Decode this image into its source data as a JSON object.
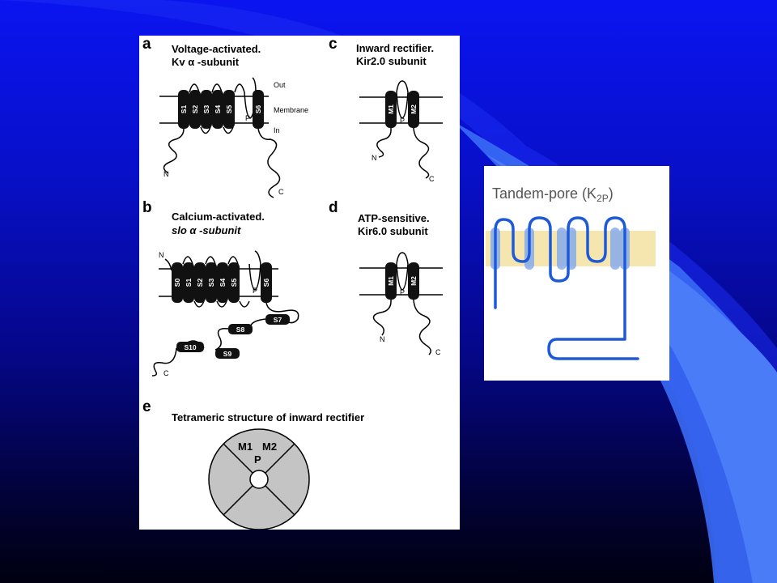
{
  "panel_a": {
    "letter": "a",
    "title_line1": "Voltage-activated.",
    "title_line2": "Kv α -subunit",
    "segments": [
      "S1",
      "S2",
      "S3",
      "S4",
      "S5",
      "S6"
    ],
    "pore": "P",
    "out": "Out",
    "membrane": "Membrane",
    "in": "In",
    "n": "N",
    "c": "C"
  },
  "panel_b": {
    "letter": "b",
    "title_line1": "Calcium-activated.",
    "title_line2": "slo α -subunit",
    "segments": [
      "S0",
      "S1",
      "S2",
      "S3",
      "S4",
      "S5",
      "S6"
    ],
    "pore": "P",
    "cyto_segments": [
      "S7",
      "S8",
      "S9",
      "S10"
    ],
    "n": "N",
    "c": "C"
  },
  "panel_c": {
    "letter": "c",
    "title_line1": "Inward rectifier.",
    "title_line2": "Kir2.0  subunit",
    "segments": [
      "M1",
      "M2"
    ],
    "pore": "P",
    "n": "N",
    "c": "C"
  },
  "panel_d": {
    "letter": "d",
    "title_line1": "ATP-sensitive.",
    "title_line2": "Kir6.0  subunit",
    "segments": [
      "M1",
      "M2"
    ],
    "pore": "P",
    "n": "N",
    "c": "C"
  },
  "panel_e": {
    "letter": "e",
    "title": "Tetrameric structure of inward rectifier",
    "m1": "M1",
    "m2": "M2",
    "p": "P"
  },
  "k2p": {
    "title_main": "Tandem-pore (K",
    "title_sub": "2P",
    "title_end": ")",
    "line_color": "#1e5ad8",
    "membrane_color": "#f5e6b0"
  },
  "colors": {
    "segment_fill": "#111111",
    "wheel_fill": "#c4c4c4"
  }
}
